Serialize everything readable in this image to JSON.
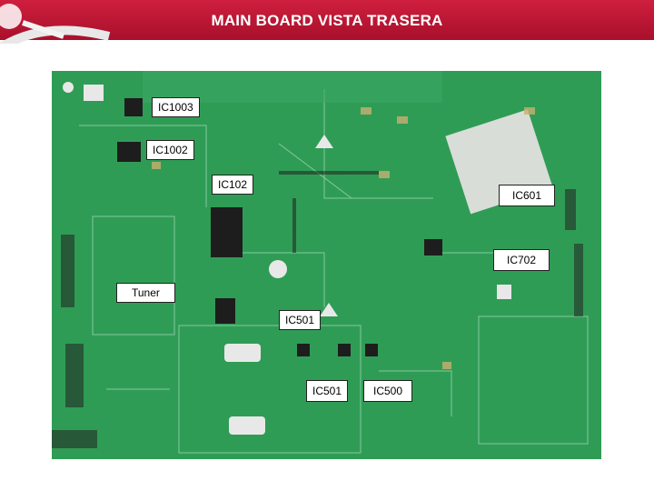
{
  "header": {
    "title": "MAIN BOARD VISTA TRASERA",
    "bar_color": "#c0163a"
  },
  "board": {
    "labels": {
      "ic1003": "IC1003",
      "ic1002": "IC1002",
      "ic102": "IC102",
      "ic601": "IC601",
      "ic702": "IC702",
      "tuner": "Tuner",
      "ic501_top": "IC501",
      "ic501_bottom": "IC501",
      "ic500": "IC500"
    }
  }
}
